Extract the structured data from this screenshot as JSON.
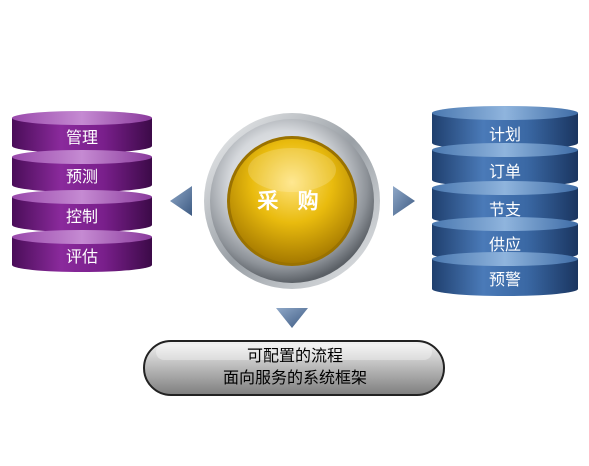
{
  "left_stack": {
    "items": [
      "管理",
      "预测",
      "控制",
      "评估"
    ],
    "color": "#6a1a7a"
  },
  "right_stack": {
    "items": [
      "计划",
      "订单",
      "节支",
      "供应",
      "预警"
    ],
    "color": "#3a6aa5"
  },
  "center": {
    "label": "采 购",
    "color": "#e0b000"
  },
  "caption": {
    "line1": "可配置的流程",
    "line2": "面向服务的系统框架"
  }
}
